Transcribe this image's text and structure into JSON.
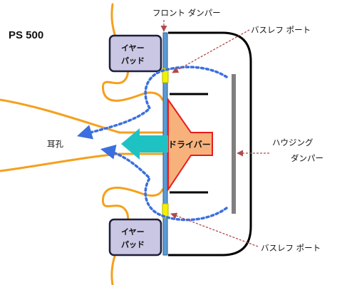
{
  "title": "PS 500",
  "labels": {
    "front_damper": "フロント ダンパー",
    "bass_reflex_port_top": "バスレフ ポート",
    "bass_reflex_port_bottom": "バスレフ ポート",
    "housing_damper_line1": "ハウジング",
    "housing_damper_line2": "ダンパー",
    "ear_canal": "耳孔",
    "driver": "ドライバー",
    "ear_pad_top_line1": "イヤー",
    "ear_pad_top_line2": "パッド",
    "ear_pad_bottom_line1": "イヤー",
    "ear_pad_bottom_line2": "パッド"
  },
  "colors": {
    "ear_outline": "#f5a01e",
    "housing": "#000000",
    "ear_pad_fill": "#c9c7e3",
    "front_damper": "#5b9bd5",
    "port": "#f2f200",
    "airflow_dots": "#3b6fe0",
    "driver_fill": "#f7b27c",
    "driver_outline": "#e81c1c",
    "sound_arrow": "#1fc2c2",
    "housing_damper": "#808080",
    "leader_arrow": "#b04a4a"
  }
}
